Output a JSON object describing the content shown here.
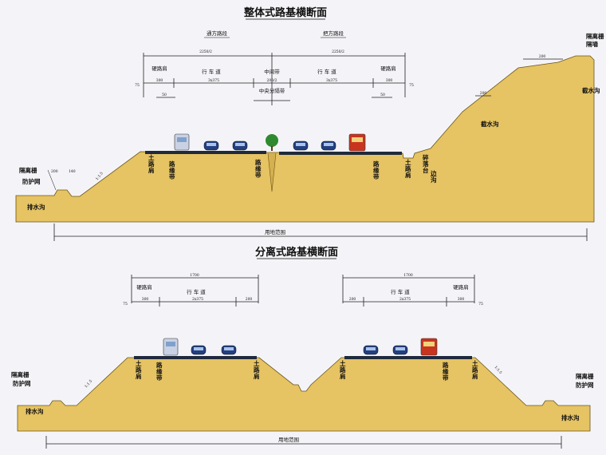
{
  "top": {
    "title": "整体式路基横断面",
    "side_left": "通方路段",
    "side_right": "把方路段",
    "width_total": "2250/2",
    "width_right": "2250/2",
    "lanes_left": "行  车  道",
    "median": "中间带",
    "lanes_right": "行  车  道",
    "shoulder_left": "硬路肩",
    "shoulder_right": "硬路肩",
    "median_strip": "中央分隔带",
    "dim_lane": "3x375",
    "dim_shoulder": "300",
    "dim_median": "200/2",
    "dim_small": "75",
    "dim_50": "50",
    "slope_label": "1:1.5",
    "earth_shoulder_left": "土路肩",
    "marker_left": "路缘带",
    "marker_median": "路缘带",
    "marker_right": "路缘带",
    "earth_shoulder_right": "土路肩",
    "fence": "隔离栅",
    "protect_net": "防护网",
    "ditch": "排水沟",
    "side_ditch": "截水沟",
    "ditch_right": "截水沟",
    "platform": "碎落台",
    "side_ditch2": "边沟",
    "right_fence": "隔离栅",
    "right_wall": "隔墙",
    "right_cut": "截水沟",
    "land_boundary": "用地范围",
    "grass": "200",
    "dim_140": "140"
  },
  "bottom": {
    "title": "分离式路基横断面",
    "width_left": "1700",
    "width_right": "1700",
    "shoulder_l": "硬路肩",
    "lanes_l": "行  车  道",
    "lanes_r": "行  车  道",
    "shoulder_r": "硬路肩",
    "dim_lane": "2x375",
    "dim_shoulder": "300",
    "dim_200": "200",
    "dim_75": "75",
    "marker_l": "路缘带",
    "earth_l": "土路肩",
    "earth_m1": "土路肩",
    "earth_m2": "土路肩",
    "marker_r": "路缘带",
    "earth_r": "土路肩",
    "fence_l": "隔离栅",
    "protect_l": "防护网",
    "ditch_l": "排水沟",
    "fence_r": "隔离栅",
    "protect_r": "防护网",
    "ditch_r": "排水沟",
    "land_boundary": "用地范围",
    "slope": "1:1.5"
  },
  "colors": {
    "soil": "#e6c363",
    "road": "#1f2a3c",
    "background": "#f4f4f8"
  }
}
